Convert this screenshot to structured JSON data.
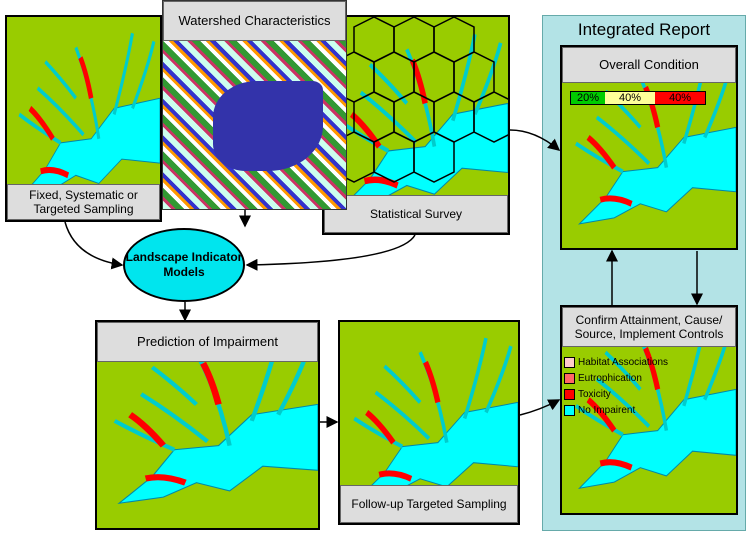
{
  "panels": {
    "fixed_sampling": {
      "label": "Fixed, Systematic or Targeted Sampling"
    },
    "watershed": {
      "title": "Watershed Characteristics"
    },
    "statistical_survey": {
      "label": "Statistical Survey"
    },
    "landscape_models": {
      "label": "Landscape Indicator Models"
    },
    "prediction": {
      "title": "Prediction of Impairment"
    },
    "follow_up": {
      "label": "Follow-up Targeted Sampling"
    }
  },
  "report": {
    "title": "Integrated Report",
    "overall": {
      "title": "Overall  Condition",
      "bar": [
        {
          "label": "20%",
          "color": "#00cc00"
        },
        {
          "label": "40%",
          "color": "#ffff99"
        },
        {
          "label": "40%",
          "color": "#ff0000"
        }
      ]
    },
    "confirm": {
      "title": "Confirm Attainment, Cause/ Source, Implement Controls",
      "legend": [
        {
          "label": "Habitat Associations",
          "color": "#ffcccc"
        },
        {
          "label": "Eutrophication",
          "color": "#ff6666"
        },
        {
          "label": "Toxicity",
          "color": "#ff0000"
        },
        {
          "label": "No Impairent",
          "color": "#00ffff"
        }
      ]
    }
  },
  "colors": {
    "land": "#99cc00",
    "water": "#00ffff",
    "impaired": "#ff0000",
    "report_bg": "#b3e3e6"
  }
}
